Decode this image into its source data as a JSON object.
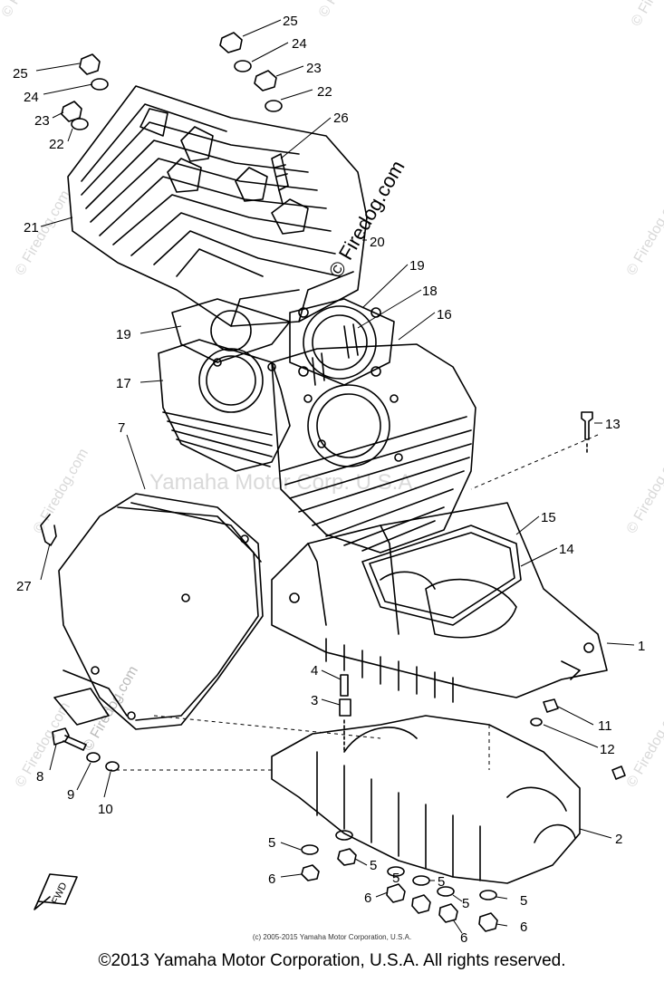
{
  "watermarks": {
    "site": "© Firedog.com",
    "faint_center": "Yamaha Motor Corp. U.S.A."
  },
  "callouts": [
    "25",
    "24",
    "23",
    "22",
    "25",
    "24",
    "23",
    "22",
    "26",
    "21",
    "20",
    "19",
    "19",
    "18",
    "16",
    "17",
    "13",
    "7",
    "15",
    "14",
    "27",
    "1",
    "4",
    "3",
    "11",
    "12",
    "8",
    "9",
    "10",
    "5",
    "2",
    "5",
    "5",
    "6",
    "6",
    "5",
    "5",
    "6",
    "6",
    "5"
  ],
  "fwd_label": "FWD",
  "copyright_small": "(c) 2005-2015 Yamaha Motor Corporation, U.S.A.",
  "copyright_footer": "©2013 Yamaha Motor Corporation, U.S.A. All rights reserved."
}
